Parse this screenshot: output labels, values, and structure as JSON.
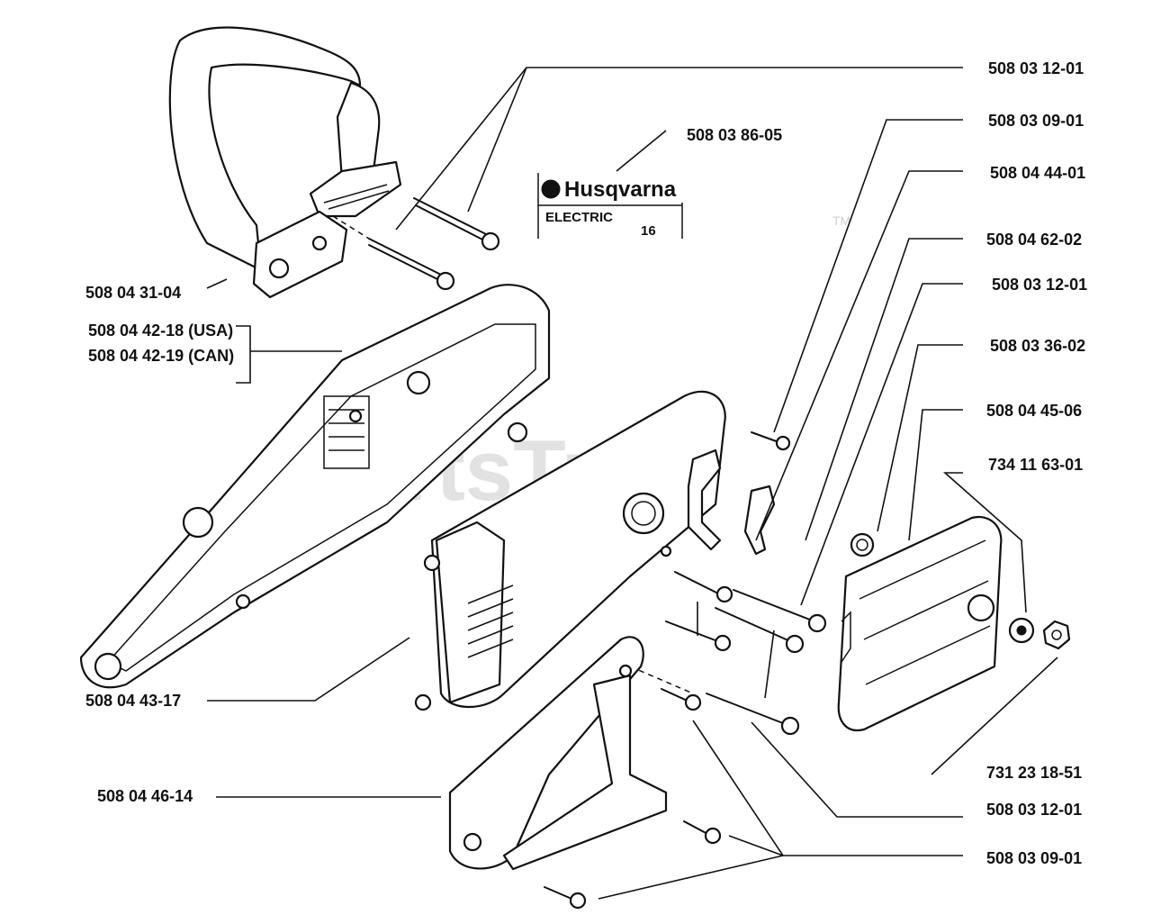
{
  "watermark": {
    "text": "PartsTree",
    "tm": "TM"
  },
  "logo": {
    "brand": "Husqvarna",
    "model": "ELECTRIC",
    "size": "16"
  },
  "labels": {
    "p1": "508 03 12-01",
    "p2": "508 03 86-05",
    "p3": "508 03 09-01",
    "p4": "508 04 44-01",
    "p5": "508 04 62-02",
    "p6": "508 03 12-01",
    "p7": "508 04 31-04",
    "p8": "508 04 42-18 (USA)",
    "p9": "508 04 42-19 (CAN)",
    "p10": "508 03 36-02",
    "p11": "508 04 45-06",
    "p12": "734 11 63-01",
    "p13": "508 04 43-17",
    "p14": "731 23 18-51",
    "p15": "508 04 46-14",
    "p16": "508 03 12-01",
    "p17": "508 03 09-01"
  }
}
